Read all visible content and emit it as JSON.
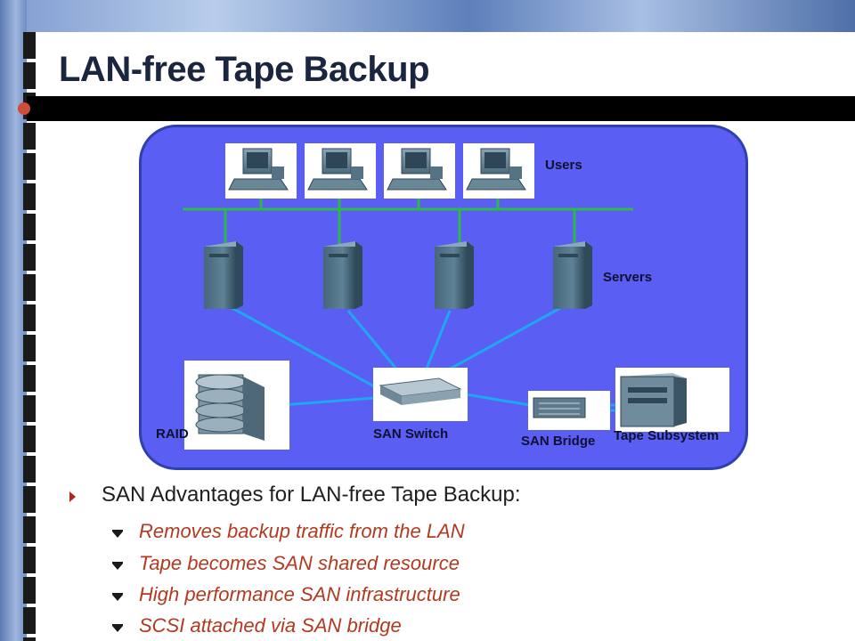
{
  "slide": {
    "title": "LAN-free Tape Backup"
  },
  "diagram": {
    "labels": {
      "users": "Users",
      "servers": "Servers",
      "raid": "RAID",
      "san_switch": "SAN Switch",
      "san_bridge": "SAN Bridge",
      "tape_subsystem": "Tape Subsystem"
    },
    "colors": {
      "background": "#5b5ef2",
      "lan": "#2fb84a",
      "san": "#1fa7ef"
    },
    "users": [
      "workstation",
      "workstation",
      "workstation",
      "workstation"
    ],
    "servers": [
      "server",
      "server",
      "server",
      "server"
    ]
  },
  "bullets": {
    "main": "SAN Advantages for LAN-free Tape Backup:",
    "items": [
      "Removes backup traffic from the LAN",
      "Tape becomes SAN shared resource",
      "High performance SAN infrastructure",
      "SCSI attached via SAN bridge"
    ]
  }
}
